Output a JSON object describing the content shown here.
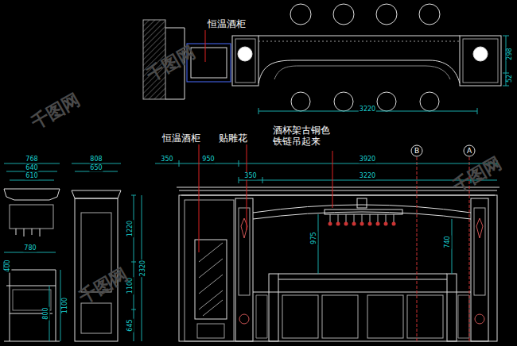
{
  "diagram": {
    "labels": [
      "恒温酒柜",
      "3220",
      "298",
      "52",
      "恒温酒柜",
      "贴雕花",
      "酒杯架古铜色 铁链吊起来",
      "B",
      "A",
      "768",
      "640",
      "610",
      "808",
      "650",
      "350",
      "950",
      "3920",
      "350",
      "3220",
      "975",
      "740",
      "1220",
      "2320",
      "1100",
      "645",
      "780",
      "400",
      "800",
      "1100",
      "千图网",
      "千图网",
      "千图网",
      "千图网"
    ]
  }
}
